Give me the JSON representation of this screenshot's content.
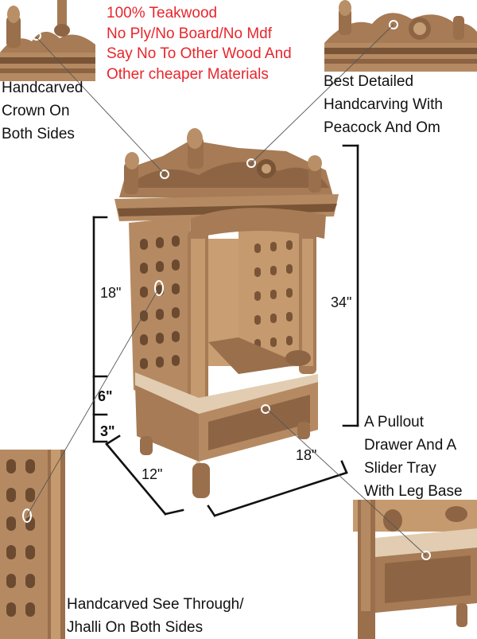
{
  "claims": [
    "100% Teakwood",
    "No Ply/No Board/No Mdf",
    "Say No To Other Wood And",
    "Other cheaper Materials"
  ],
  "callouts": {
    "crown": [
      "Handcarved",
      "Crown On",
      "Both Sides"
    ],
    "carving": [
      "Best Detailed",
      "Handcarving With",
      "Peacock And Om"
    ],
    "drawer": [
      "A Pullout",
      "Drawer And A",
      "Slider Tray",
      "With Leg Base"
    ],
    "jhalli": [
      "Handcarved See Through/",
      "Jhalli On Both Sides"
    ]
  },
  "dimensions": {
    "upper_height": "18\"",
    "drawer_height": "6\"",
    "leg_height": "3\"",
    "total_height": "34\"",
    "depth": "12\"",
    "width": "18\""
  },
  "colors": {
    "claim_text": "#e8262c",
    "wood": "#b58a62",
    "wood_dark": "#7a5436",
    "wood_light": "#d4b08c",
    "dimension_lines": "#111111"
  }
}
